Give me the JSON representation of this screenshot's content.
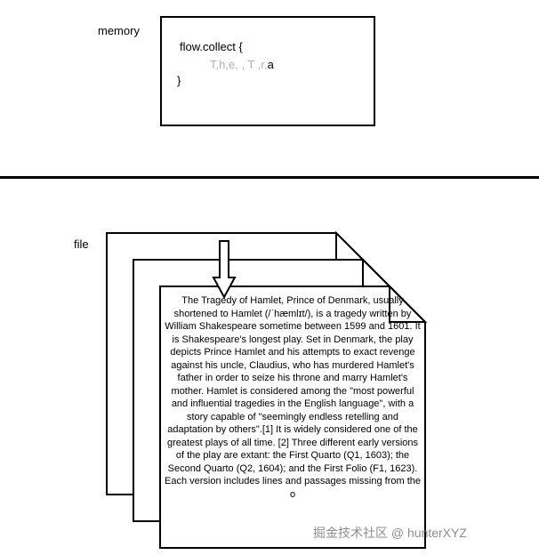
{
  "memory_section": {
    "label": "memory",
    "code_line_open": "flow.collect {",
    "emitted_gray": "T,h,e, , T ,r,",
    "emitted_black": "a",
    "code_line_close": "}"
  },
  "file_section": {
    "label": "file",
    "document_text": "The Tragedy of Hamlet, Prince of Denmark, usually shortened to Hamlet (/ˈhæmlɪt/), is a tragedy written by William Shakespeare sometime between 1599 and 1601. It is Shakespeare's longest play. Set in Denmark, the play depicts Prince Hamlet and his attempts to exact revenge against his uncle, Claudius, who has murdered Hamlet's father in order to seize his throne and marry Hamlet's mother. Hamlet is considered among the \"most powerful and influential tragedies in the English language\", with a story capable of \"seemingly endless retelling and adaptation by others\".[1] It is widely considered one of the greatest plays of all time. [2] Three different early versions of the play are extant: the First Quarto (Q1, 1603); the Second Quarto (Q2, 1604); and the First Folio (F1, 1623). Each version includes lines and passages missing from the o"
  },
  "watermark": "掘金技术社区 @ hunterXYZ",
  "colors": {
    "border": "#000000",
    "emitted_gray": "#b0b0b0",
    "watermark": "#828282"
  }
}
